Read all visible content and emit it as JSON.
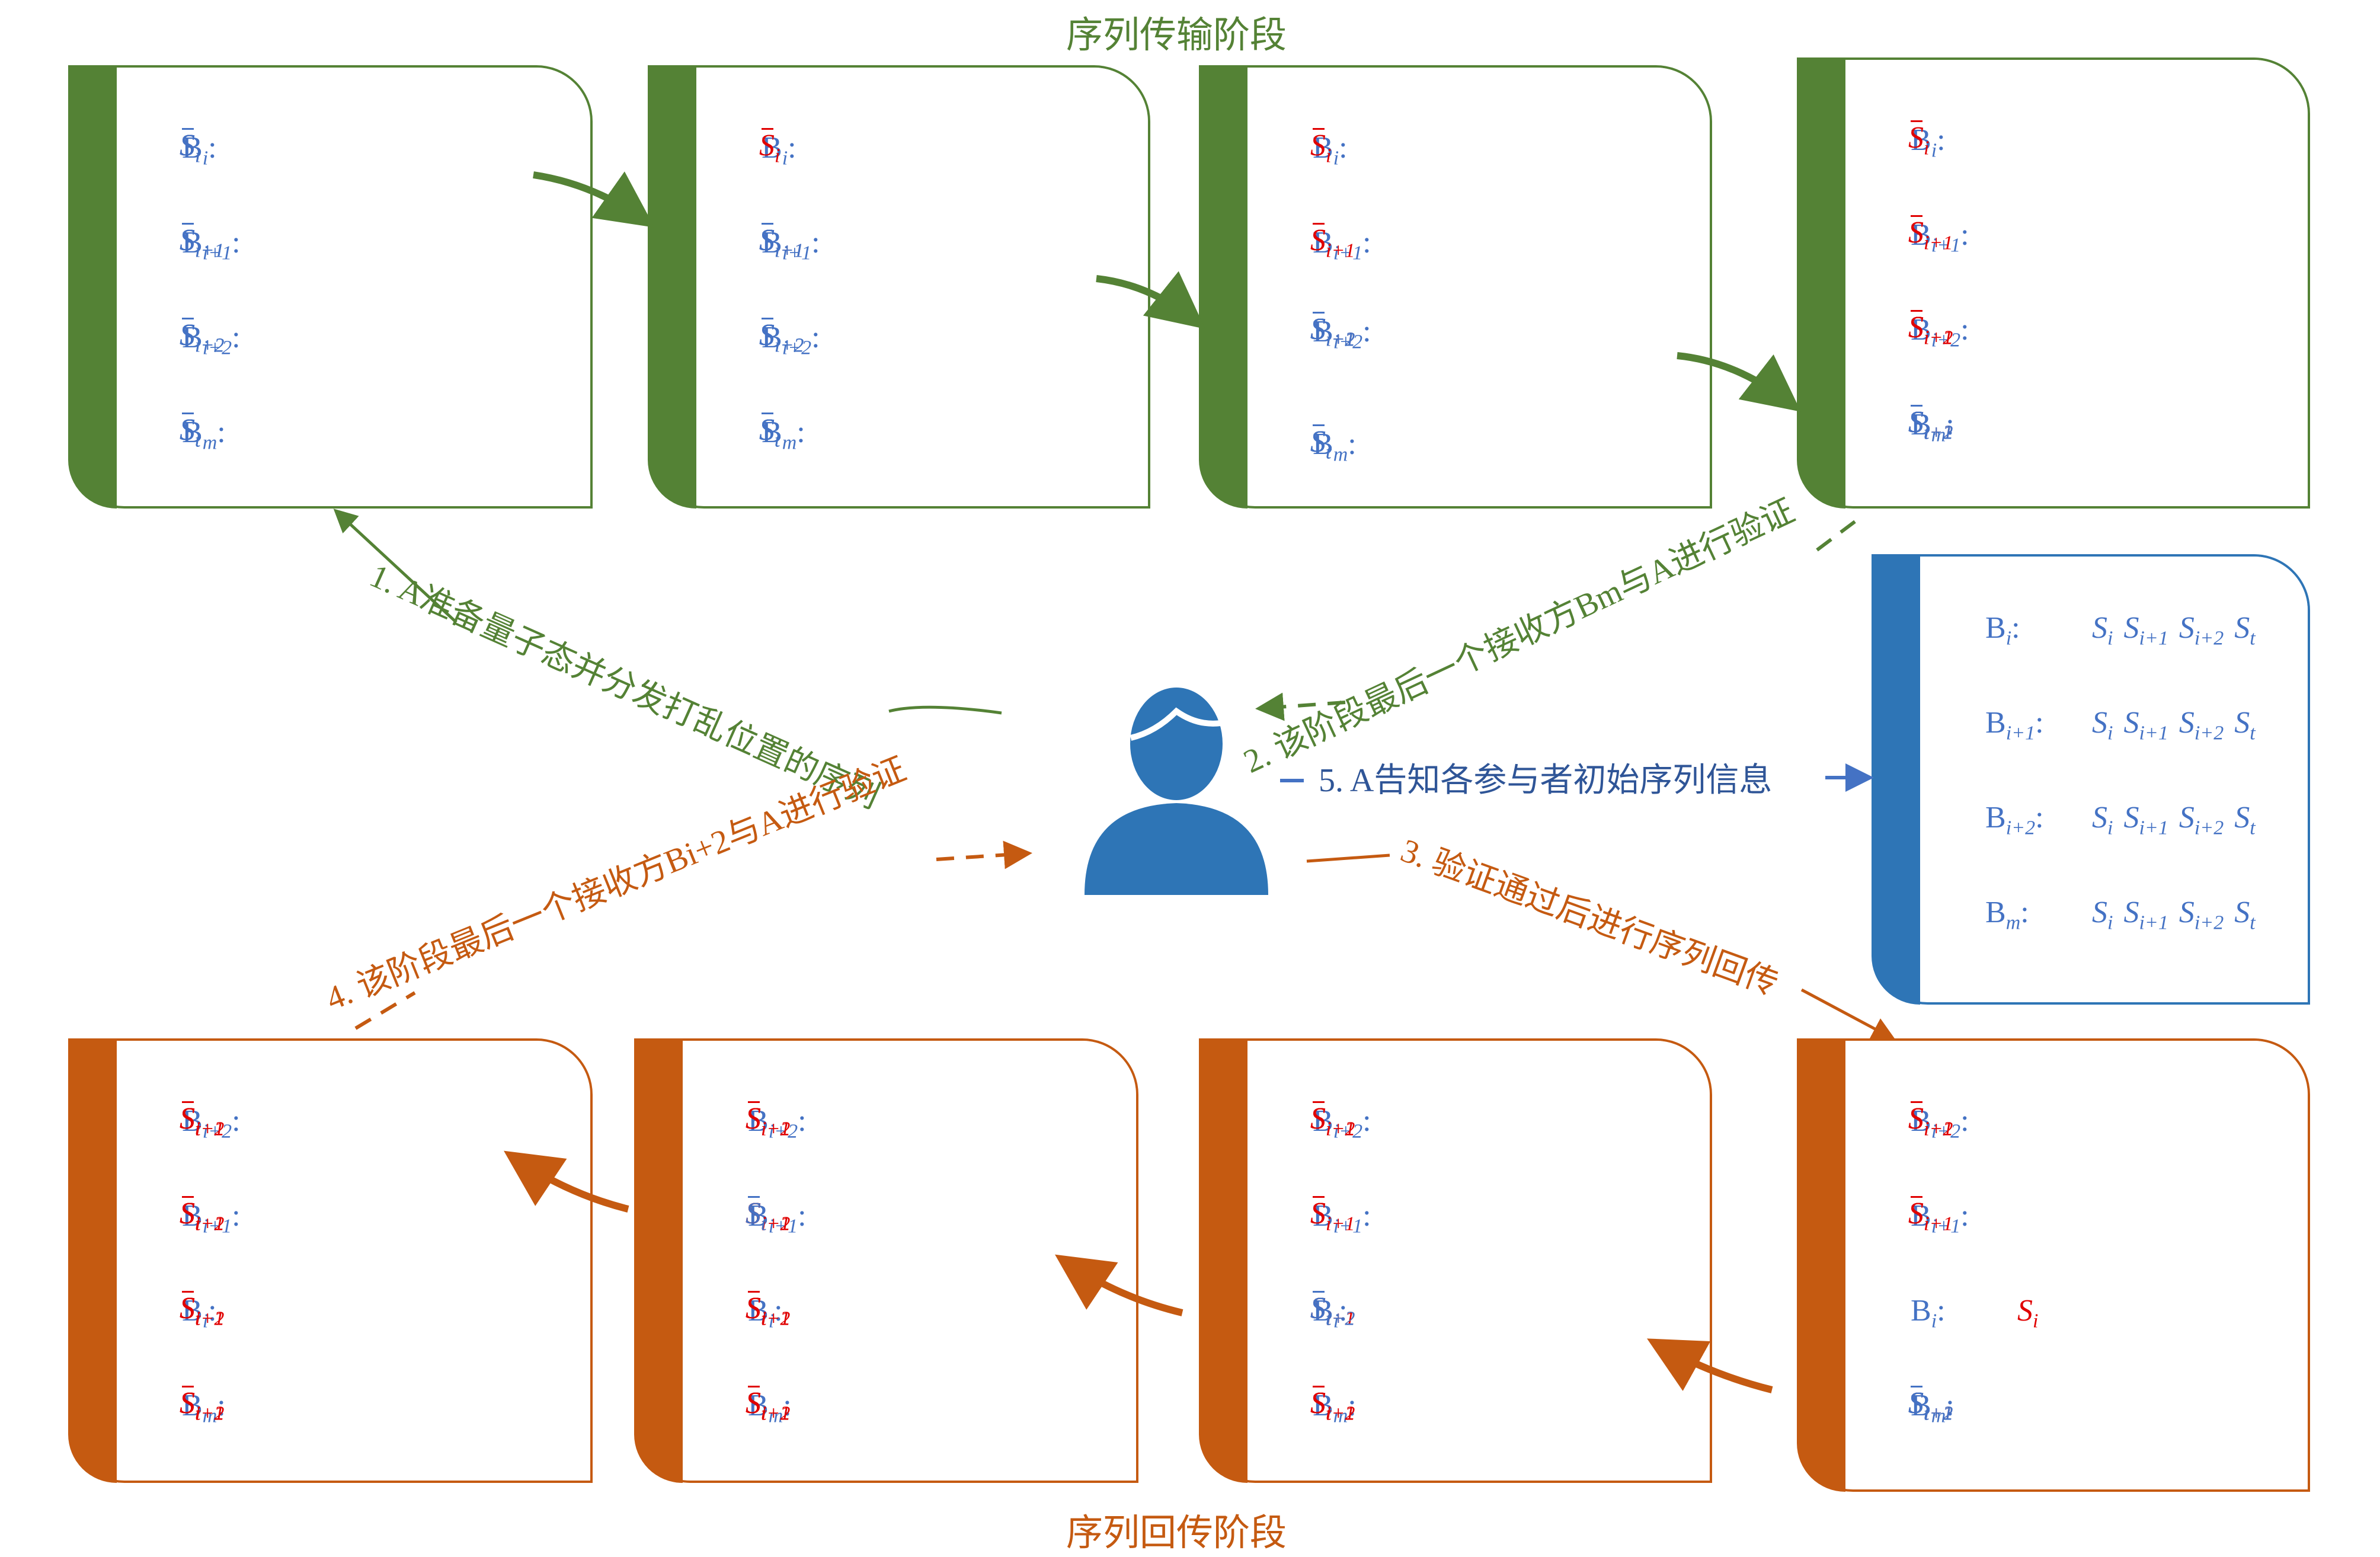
{
  "titles": {
    "top": "序列传输阶段",
    "bottom": "序列回传阶段"
  },
  "colors": {
    "transmission": "#548235",
    "return": "#c55a11",
    "initial": "#2e75b6",
    "label": "#4472c4",
    "highlight": "#e00000"
  },
  "steps": {
    "step1": "1. A准备量子态并分发打乱位置的序列",
    "step2": "2. 该阶段最后一个接收方Bm与A进行验证",
    "step3": "3. 验证通过后进行序列回传",
    "step4": "4. 该阶段最后一个接收方Bi+2与A进行验证",
    "step5": "5. A告知各参与者初始序列信息"
  },
  "participant_icon": "person-icon",
  "transmission_boxes": [
    {
      "rows": [
        {
          "label": "B",
          "sub": "i",
          "items": [
            [
              "S",
              "i",
              "red",
              true
            ],
            [
              "S",
              "i",
              "blue",
              true
            ],
            [
              "S",
              "i",
              "blue",
              true
            ],
            [
              "S",
              "i",
              "blue",
              true
            ]
          ]
        },
        {
          "label": "B",
          "sub": "i+1",
          "items": [
            [
              "S",
              "i+1",
              "blue",
              true
            ],
            [
              "S",
              "i+1",
              "blue",
              true
            ],
            [
              "S",
              "i+1",
              "blue",
              true
            ],
            [
              "S",
              "i+1",
              "blue",
              true
            ]
          ]
        },
        {
          "label": "B",
          "sub": "i+2",
          "items": [
            [
              "S",
              "i+2",
              "blue",
              true
            ],
            [
              "S",
              "i+2",
              "blue",
              true
            ],
            [
              "S",
              "i+2",
              "blue",
              true
            ],
            [
              "S",
              "i+2",
              "blue",
              true
            ]
          ]
        },
        {
          "label": "B",
          "sub": "m",
          "items": [
            [
              "S",
              "t",
              "blue",
              true
            ],
            [
              "S",
              "t",
              "blue",
              true
            ],
            [
              "S",
              "t",
              "blue",
              true
            ],
            [
              "S",
              "t",
              "blue",
              true
            ]
          ]
        }
      ]
    },
    {
      "rows": [
        {
          "label": "B",
          "sub": "i",
          "items": [
            [
              "S",
              "i",
              "red",
              true
            ]
          ]
        },
        {
          "label": "B",
          "sub": "i+1",
          "items": [
            [
              "S",
              "i",
              "red",
              true
            ],
            [
              "S",
              "i+1",
              "red",
              true
            ],
            [
              "S",
              "i",
              "blue",
              true
            ],
            [
              "S",
              "i",
              "blue",
              true
            ],
            [
              "S",
              "i+1",
              "blue",
              true
            ],
            [
              "S",
              "i+1",
              "blue",
              true
            ],
            [
              "S",
              "i+1",
              "blue",
              true
            ]
          ]
        },
        {
          "label": "B",
          "sub": "i+2",
          "items": [
            [
              "S",
              "i+2",
              "blue",
              true
            ],
            [
              "S",
              "i+2",
              "blue",
              true
            ],
            [
              "S",
              "i+2",
              "blue",
              true
            ],
            [
              "S",
              "i+2",
              "blue",
              true
            ]
          ]
        },
        {
          "label": "B",
          "sub": "m",
          "items": [
            [
              "S",
              "t",
              "blue",
              true
            ],
            [
              "S",
              "t",
              "blue",
              true
            ],
            [
              "S",
              "t",
              "blue",
              true
            ],
            [
              "S",
              "t",
              "blue",
              true
            ]
          ]
        }
      ]
    },
    {
      "rows": [
        {
          "label": "B",
          "sub": "i",
          "items": [
            [
              "S",
              "i",
              "red",
              true
            ]
          ]
        },
        {
          "label": "B",
          "sub": "i+1",
          "items": [
            [
              "S",
              "i",
              "red",
              true
            ],
            [
              "S",
              "i+1",
              "red",
              true
            ]
          ]
        },
        {
          "label": "B",
          "sub": "i+2",
          "items": [
            [
              "S",
              "i",
              "red",
              true
            ],
            [
              "S",
              "i+1",
              "red",
              true
            ],
            [
              "S",
              "i+2",
              "red",
              true
            ],
            [
              "S",
              "i",
              "blue",
              true
            ],
            [
              "S",
              "i+1",
              "blue",
              true
            ],
            [
              "S",
              "i+1",
              "blue",
              true
            ],
            [
              "S",
              "i+2",
              "blue",
              true
            ],
            [
              "S",
              "i+2",
              "blue",
              true
            ],
            [
              "S",
              "i+2",
              "blue",
              true
            ]
          ]
        },
        {
          "label": "B",
          "sub": "m",
          "items": [
            [
              "S",
              "t",
              "blue",
              true
            ],
            [
              "S",
              "t",
              "blue",
              true
            ],
            [
              "S",
              "t",
              "blue",
              true
            ],
            [
              "S",
              "t",
              "blue",
              true
            ]
          ]
        }
      ]
    },
    {
      "rows": [
        {
          "label": "B",
          "sub": "i",
          "items": [
            [
              "S",
              "i",
              "red",
              true
            ]
          ]
        },
        {
          "label": "B",
          "sub": "i+1",
          "items": [
            [
              "S",
              "i",
              "red",
              true
            ],
            [
              "S",
              "i+1",
              "red",
              true
            ]
          ]
        },
        {
          "label": "B",
          "sub": "i+2",
          "items": [
            [
              "S",
              "i",
              "red",
              true
            ],
            [
              "S",
              "i+1",
              "red",
              true
            ],
            [
              "S",
              "i+2",
              "red",
              true
            ]
          ]
        },
        {
          "label": "B",
          "sub": "m",
          "items": [
            [
              "S",
              "i",
              "red",
              true
            ],
            [
              "S",
              "i+1",
              "red",
              true
            ],
            [
              "S",
              "i+2",
              "red",
              true
            ],
            [
              "S",
              "t",
              "red",
              true
            ],
            [
              "S",
              "i+1",
              "blue",
              true
            ],
            [
              "S",
              "i+2",
              "blue",
              true
            ],
            [
              "S",
              "i+2",
              "blue",
              true
            ],
            [
              "S",
              "t",
              "blue",
              true
            ],
            [
              "S",
              "t",
              "blue",
              true
            ],
            [
              "S",
              "t",
              "blue",
              true
            ]
          ]
        }
      ]
    }
  ],
  "initial_box": {
    "rows": [
      {
        "label": "B",
        "sub": "i",
        "items": [
          [
            "S",
            "i",
            "blue",
            false
          ],
          [
            "S",
            "i+1",
            "blue",
            false
          ],
          [
            "S",
            "i+2",
            "blue",
            false
          ],
          [
            "S",
            "t",
            "blue",
            false
          ]
        ]
      },
      {
        "label": "B",
        "sub": "i+1",
        "items": [
          [
            "S",
            "i",
            "blue",
            false
          ],
          [
            "S",
            "i+1",
            "blue",
            false
          ],
          [
            "S",
            "i+2",
            "blue",
            false
          ],
          [
            "S",
            "t",
            "blue",
            false
          ]
        ]
      },
      {
        "label": "B",
        "sub": "i+2",
        "items": [
          [
            "S",
            "i",
            "blue",
            false
          ],
          [
            "S",
            "i+1",
            "blue",
            false
          ],
          [
            "S",
            "i+2",
            "blue",
            false
          ],
          [
            "S",
            "t",
            "blue",
            false
          ]
        ]
      },
      {
        "label": "B",
        "sub": "m",
        "items": [
          [
            "S",
            "i",
            "blue",
            false
          ],
          [
            "S",
            "i+1",
            "blue",
            false
          ],
          [
            "S",
            "i+2",
            "blue",
            false
          ],
          [
            "S",
            "t",
            "blue",
            false
          ]
        ]
      }
    ]
  },
  "return_boxes": [
    {
      "rows": [
        {
          "label": "B",
          "sub": "i+2",
          "items": [
            [
              "S",
              "i",
              "red",
              true
            ],
            [
              "S",
              "i+1",
              "red",
              true
            ],
            [
              "S",
              "i+2",
              "red",
              true
            ],
            [
              "S",
              "t",
              "red",
              true
            ]
          ]
        },
        {
          "label": "B",
          "sub": "i+1",
          "items": [
            [
              "S",
              "i",
              "red",
              true
            ],
            [
              "S",
              "i+1",
              "red",
              true
            ],
            [
              "S",
              "i+2",
              "red",
              true
            ],
            [
              "S",
              "t",
              "red",
              true
            ]
          ]
        },
        {
          "label": "B",
          "sub": "i",
          "items": [
            [
              "S",
              "i",
              "red",
              true
            ],
            [
              "S",
              "i+1",
              "red",
              true
            ],
            [
              "S",
              "i+2",
              "red",
              true
            ],
            [
              "S",
              "t",
              "red",
              true
            ]
          ]
        },
        {
          "label": "B",
          "sub": "m",
          "items": [
            [
              "S",
              "i",
              "red",
              true
            ],
            [
              "S",
              "i+1",
              "red",
              true
            ],
            [
              "S",
              "i+2",
              "red",
              true
            ],
            [
              "S",
              "t",
              "red",
              true
            ]
          ]
        }
      ]
    },
    {
      "rows": [
        {
          "label": "B",
          "sub": "i+2",
          "items": [
            [
              "S",
              "i",
              "red",
              true
            ],
            [
              "S",
              "i+1",
              "red",
              true
            ],
            [
              "S",
              "i+2",
              "red",
              true
            ]
          ]
        },
        {
          "label": "B",
          "sub": "i+1",
          "items": [
            [
              "S",
              "i",
              "red",
              true
            ],
            [
              "S",
              "i+1",
              "red",
              true
            ],
            [
              "S",
              "i+2",
              "red",
              true
            ],
            [
              "S",
              "t",
              "red",
              true
            ],
            [
              "S",
              "t",
              "blue",
              true
            ]
          ]
        },
        {
          "label": "B",
          "sub": "i",
          "items": [
            [
              "S",
              "i",
              "red",
              true
            ],
            [
              "S",
              "i+1",
              "red",
              true
            ],
            [
              "S",
              "i+2",
              "red",
              true
            ],
            [
              "S",
              "t",
              "red",
              true
            ]
          ]
        },
        {
          "label": "B",
          "sub": "m",
          "items": [
            [
              "S",
              "i",
              "red",
              true
            ],
            [
              "S",
              "i+1",
              "red",
              true
            ],
            [
              "S",
              "i+2",
              "red",
              true
            ],
            [
              "S",
              "t",
              "red",
              true
            ]
          ]
        }
      ]
    },
    {
      "rows": [
        {
          "label": "B",
          "sub": "i+2",
          "items": [
            [
              "S",
              "i",
              "red",
              true
            ],
            [
              "S",
              "i+1",
              "red",
              true
            ],
            [
              "S",
              "i+2",
              "red",
              true
            ]
          ]
        },
        {
          "label": "B",
          "sub": "i+1",
          "items": [
            [
              "S",
              "i",
              "red",
              true
            ],
            [
              "S",
              "i+1",
              "red",
              true
            ]
          ]
        },
        {
          "label": "B",
          "sub": "i",
          "items": [
            [
              "S",
              "i",
              "red",
              true
            ],
            [
              "S",
              "i+1",
              "red",
              true
            ],
            [
              "S",
              "i+2",
              "red",
              true
            ],
            [
              "S",
              "t",
              "red",
              true
            ],
            [
              "S",
              "i+2",
              "blue",
              true
            ],
            [
              "S",
              "t",
              "blue",
              true
            ],
            [
              "S",
              "t",
              "blue",
              true
            ]
          ]
        },
        {
          "label": "B",
          "sub": "m",
          "items": [
            [
              "S",
              "i",
              "red",
              true
            ],
            [
              "S",
              "i+1",
              "red",
              true
            ],
            [
              "S",
              "i+2",
              "red",
              true
            ],
            [
              "S",
              "t",
              "red",
              true
            ]
          ]
        }
      ]
    },
    {
      "rows": [
        {
          "label": "B",
          "sub": "i+2",
          "items": [
            [
              "S",
              "i",
              "red",
              true
            ],
            [
              "S",
              "i+1",
              "red",
              true
            ],
            [
              "S",
              "i+2",
              "red",
              true
            ]
          ]
        },
        {
          "label": "B",
          "sub": "i+1",
          "items": [
            [
              "S",
              "i",
              "red",
              true
            ],
            [
              "S",
              "i+1",
              "red",
              true
            ]
          ]
        },
        {
          "label": "B",
          "sub": "i",
          "items": [
            [
              "S",
              "i",
              "red",
              false
            ]
          ]
        },
        {
          "label": "B",
          "sub": "m",
          "items": [
            [
              "S",
              "i",
              "red",
              true
            ],
            [
              "S",
              "i+1",
              "red",
              true
            ],
            [
              "S",
              "i+2",
              "red",
              true
            ],
            [
              "S",
              "t",
              "red",
              true
            ],
            [
              "S",
              "i+1",
              "blue",
              true
            ],
            [
              "S",
              "i+2",
              "blue",
              true
            ],
            [
              "S",
              "i+2",
              "blue",
              true
            ],
            [
              "S",
              "t",
              "blue",
              true
            ],
            [
              "S",
              "t",
              "blue",
              true
            ],
            [
              "S",
              "t",
              "blue",
              true
            ]
          ]
        }
      ]
    }
  ]
}
